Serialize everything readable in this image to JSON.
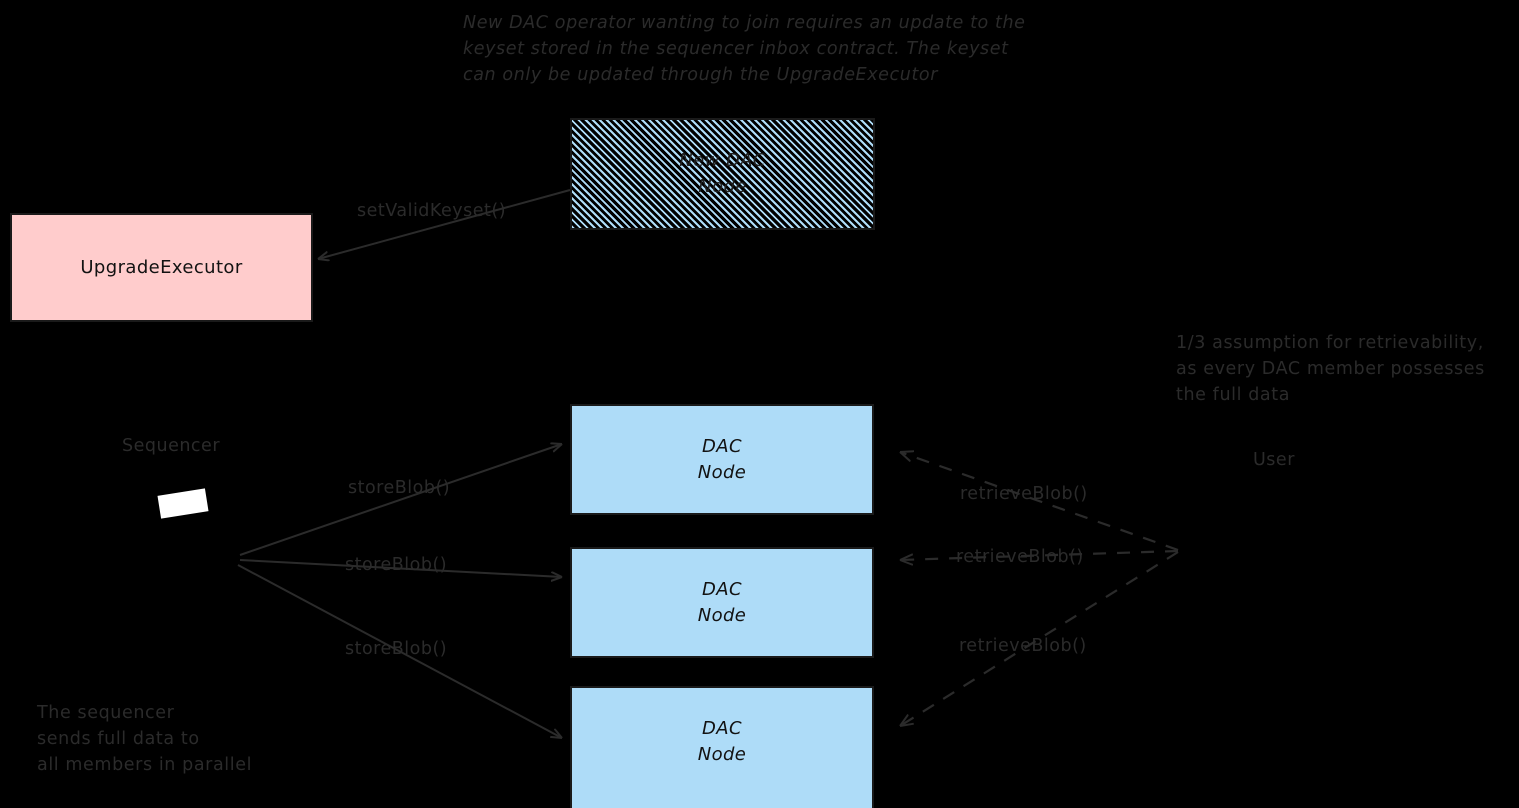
{
  "diagram": {
    "type": "architecture-flow",
    "background_color": "#000000",
    "stroke_color": "#2b2b2b",
    "notes": [
      {
        "id": "keyset-note",
        "text": "New DAC operator wanting to join requires an update to the\nkeyset stored in the sequencer inbox contract. The keyset\ncan only be updated through the UpgradeExecutor"
      },
      {
        "id": "retrievability-note",
        "text": "1/3 assumption for retrievability,\nas every DAC member possesses\nthe full data"
      },
      {
        "id": "sequencer-note",
        "text": "The sequencer\nsends full data to\nall members in parallel"
      }
    ],
    "nodes": [
      {
        "id": "new-dac-node",
        "label": "New DAC\nNode",
        "style": "hatched",
        "fill": "#aedcf8",
        "hatch_base": "#000000"
      },
      {
        "id": "upgrade-executor",
        "label": "UpgradeExecutor",
        "style": "solid",
        "fill": "#ffcccc"
      },
      {
        "id": "dac-node-1",
        "label": "DAC\nNode",
        "style": "solid",
        "fill": "#aedcf8"
      },
      {
        "id": "dac-node-2",
        "label": "DAC\nNode",
        "style": "solid",
        "fill": "#aedcf8"
      },
      {
        "id": "dac-node-3",
        "label": "DAC\nNode",
        "style": "solid",
        "fill": "#aedcf8"
      }
    ],
    "actors": [
      {
        "id": "sequencer-actor",
        "label": "Sequencer"
      },
      {
        "id": "user-actor",
        "label": "User"
      }
    ],
    "edges": [
      {
        "id": "set-valid-keyset",
        "label": "setValidKeyset()",
        "from": "new-dac-node",
        "to": "upgrade-executor",
        "line": "solid"
      },
      {
        "id": "store-blob-1",
        "label": "storeBlob()",
        "from": "sequencer-actor",
        "to": "dac-node-1",
        "line": "solid"
      },
      {
        "id": "store-blob-2",
        "label": "storeBlob()",
        "from": "sequencer-actor",
        "to": "dac-node-2",
        "line": "solid"
      },
      {
        "id": "store-blob-3",
        "label": "storeBlob()",
        "from": "sequencer-actor",
        "to": "dac-node-3",
        "line": "solid"
      },
      {
        "id": "retrieve-blob-1",
        "label": "retrieveBlob()",
        "from": "user-actor",
        "to": "dac-node-1",
        "line": "dashed"
      },
      {
        "id": "retrieve-blob-2",
        "label": "retrieveBlob()",
        "from": "user-actor",
        "to": "dac-node-2",
        "line": "dashed"
      },
      {
        "id": "retrieve-blob-3",
        "label": "retrieveBlob()",
        "from": "user-actor",
        "to": "dac-node-3",
        "line": "dashed"
      }
    ]
  }
}
